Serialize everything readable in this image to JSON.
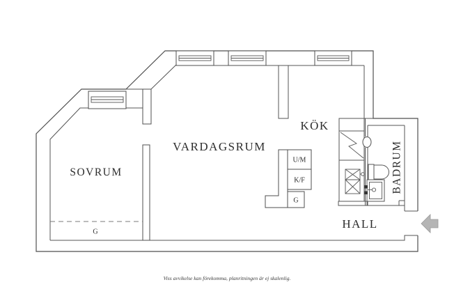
{
  "rooms": {
    "bedroom": "SOVRUM",
    "living_room": "VARDAGSRUM",
    "kitchen": "KÖK",
    "hall": "HALL",
    "bathroom": "BADRUM"
  },
  "fixtures": {
    "bedroom_wardrobe": "G",
    "washer_machine": "U/M",
    "fridge_freezer": "K/F",
    "kitchen_wardrobe": "G"
  },
  "footer": {
    "disclaimer": "Viss avvikelse kan förekomma, planritningen är ej skalenlig."
  },
  "icons": {
    "entrance_arrow": "left-arrow"
  },
  "colors": {
    "wall": "#4f4f4f",
    "text": "#2d2d2d",
    "arrow_fill": "#b5b5b5",
    "background": "#ffffff"
  }
}
